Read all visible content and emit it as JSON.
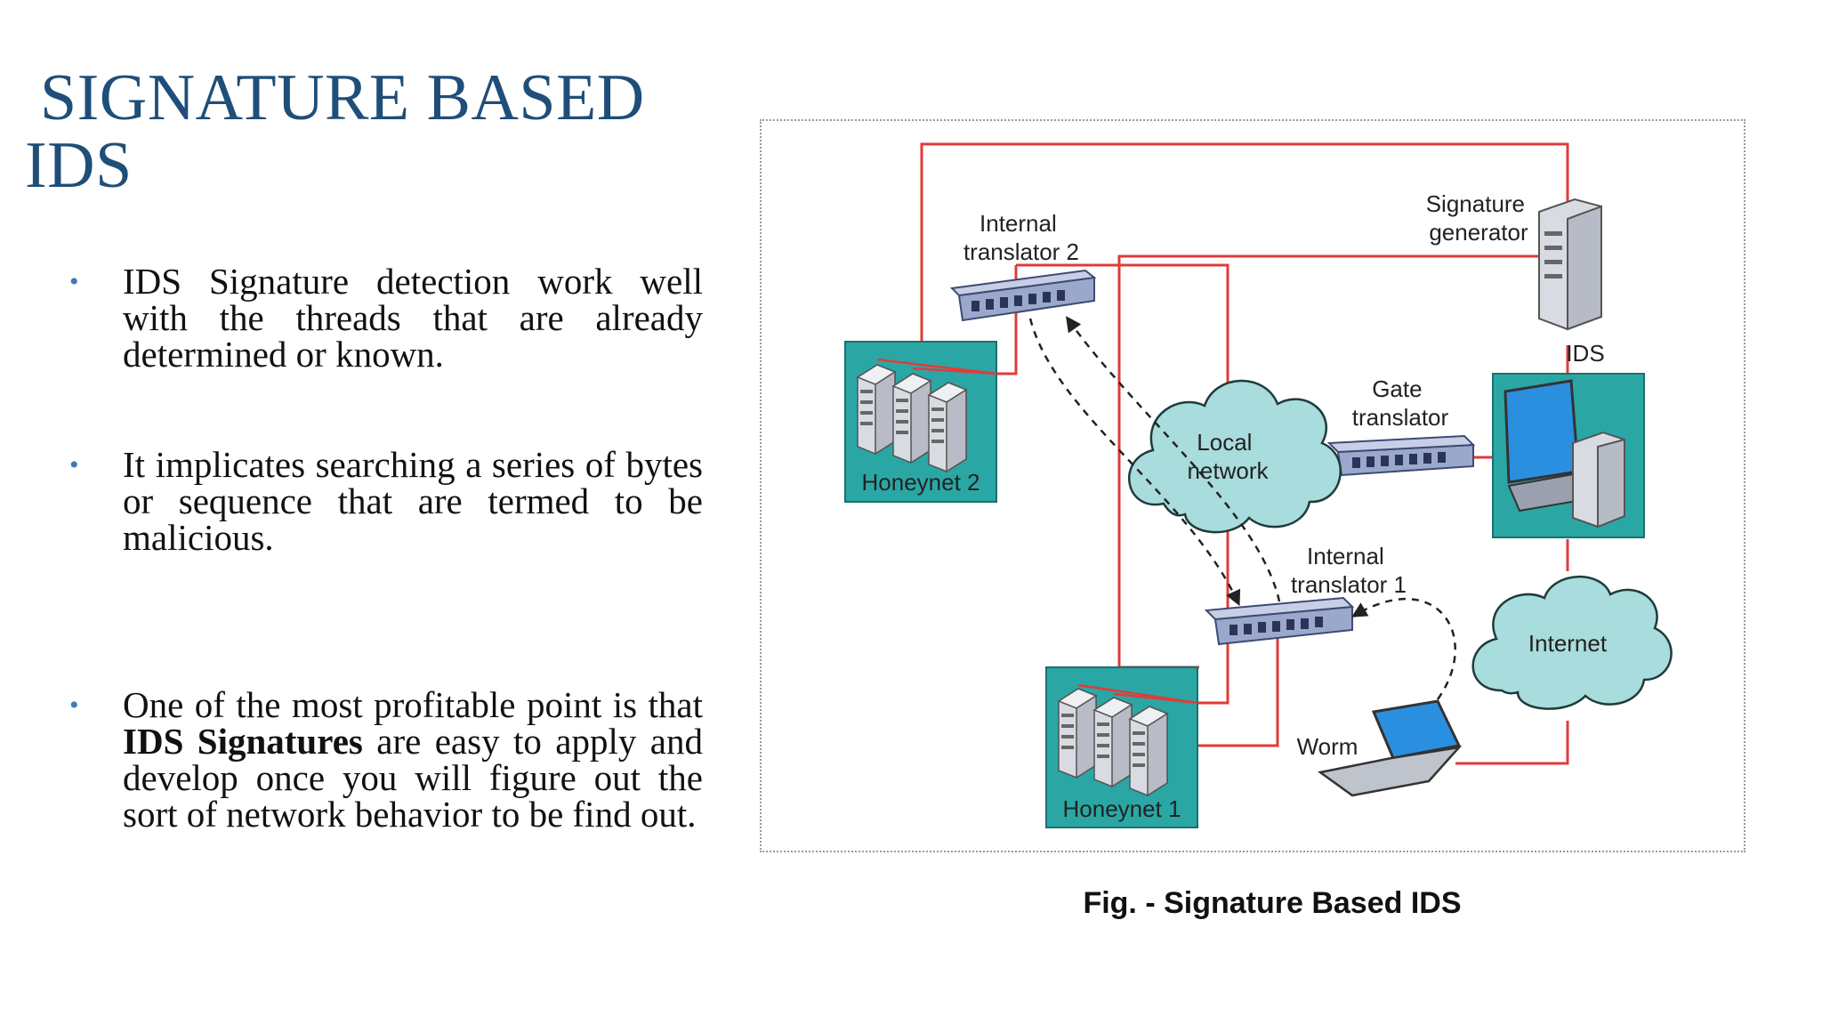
{
  "slide": {
    "title_line1": "SIGNATURE BASED",
    "title_line2": "IDS",
    "bullets": [
      {
        "marker": "•",
        "text": "IDS Signature detection work well with the threads that are already determined or known."
      },
      {
        "marker": "•",
        "text": "It implicates searching a series of bytes or sequence that are termed to be malicious."
      },
      {
        "marker": "•",
        "text_before": "One of the most profitable point is that ",
        "text_bold": "IDS Signatures",
        "text_after": " are easy to apply and develop once you will figure out the sort of network behavior to be find out."
      }
    ]
  },
  "figure": {
    "caption": "Fig. - Signature Based IDS",
    "labels": {
      "internal_translator_2": [
        "Internal",
        "translator 2"
      ],
      "signature_generator": [
        "Signature",
        "generator"
      ],
      "ids": "IDS",
      "gate_translator": [
        "Gate",
        "translator"
      ],
      "local_network": [
        "Local",
        "network"
      ],
      "honeynet_2": "Honeynet 2",
      "internal_translator_1": [
        "Internal",
        "translator 1"
      ],
      "internet": "Internet",
      "worm": "Worm",
      "honeynet_1": "Honeynet 1"
    },
    "colors": {
      "link_red": "#e03b3b",
      "teal_box": "#2aa7a5",
      "cloud": "#a9dcdc",
      "switch": "#7d8db8",
      "title_blue": "#1f4e79"
    }
  }
}
